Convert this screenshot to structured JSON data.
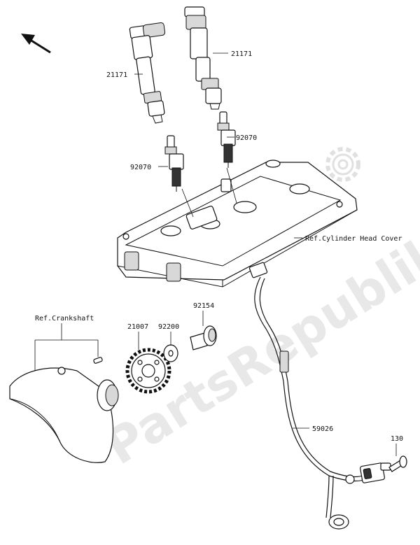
{
  "watermark": "PartsRepublik",
  "icons": {
    "direction": "front-direction-arrow-icon",
    "gear": "gear-watermark-icon"
  },
  "labels": {
    "coil_left": "21171",
    "coil_right": "21171",
    "plug_left": "92070",
    "plug_right": "92070",
    "ref_head_cover": "Ref.Cylinder Head Cover",
    "ref_crankshaft": "Ref.Crankshaft",
    "rotor": "21007",
    "washer": "92200",
    "bolt_rotor": "92154",
    "wire_sensor": "59026",
    "bolt_sensor": "130"
  }
}
